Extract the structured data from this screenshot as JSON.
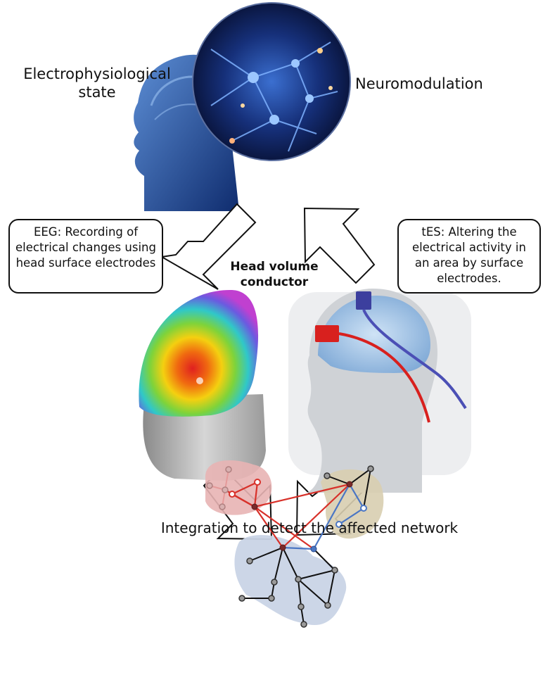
{
  "labels": {
    "electrophysiological_state": "Electrophysiological\nstate",
    "neuromodulation": "Neuromodulation",
    "head_volume_conductor": "Head volume\nconductor",
    "integration": "Integration to detect the affected network"
  },
  "boxes": {
    "eeg": "EEG: Recording of electrical changes using head surface electrodes",
    "tes": "tES: Altering the electrical activity in an area by surface electrodes."
  },
  "colors": {
    "red_network": "#d8312a",
    "blue_network": "#4a76c4",
    "red_region": "#e8b4b4",
    "tan_region": "#d8ceb0",
    "blue_region": "#c9d4e6"
  }
}
